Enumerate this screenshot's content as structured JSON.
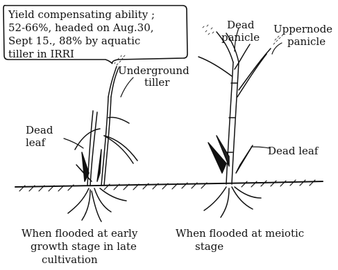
{
  "callout": {
    "lines": [
      "Yield compensating ability ;",
      "52-66%,  headed on Aug.30,",
      "Sept 15.,  88% by aquatic",
      "tiller in IRRI"
    ]
  },
  "left_plant": {
    "underground_tiller_label": [
      "Underground",
      "tiller"
    ],
    "dead_leaf_label": [
      "Dead",
      "leaf"
    ],
    "caption": [
      "When flooded at early",
      "growth stage in late",
      "cultivation"
    ]
  },
  "right_plant": {
    "dead_panicle_label": [
      "Dead",
      "panicle"
    ],
    "uppernode_panicle_label": [
      "Uppernode",
      "panicle"
    ],
    "dead_leaf_label": "Dead  leaf",
    "caption": [
      "When flooded at meiotic",
      "stage"
    ]
  }
}
